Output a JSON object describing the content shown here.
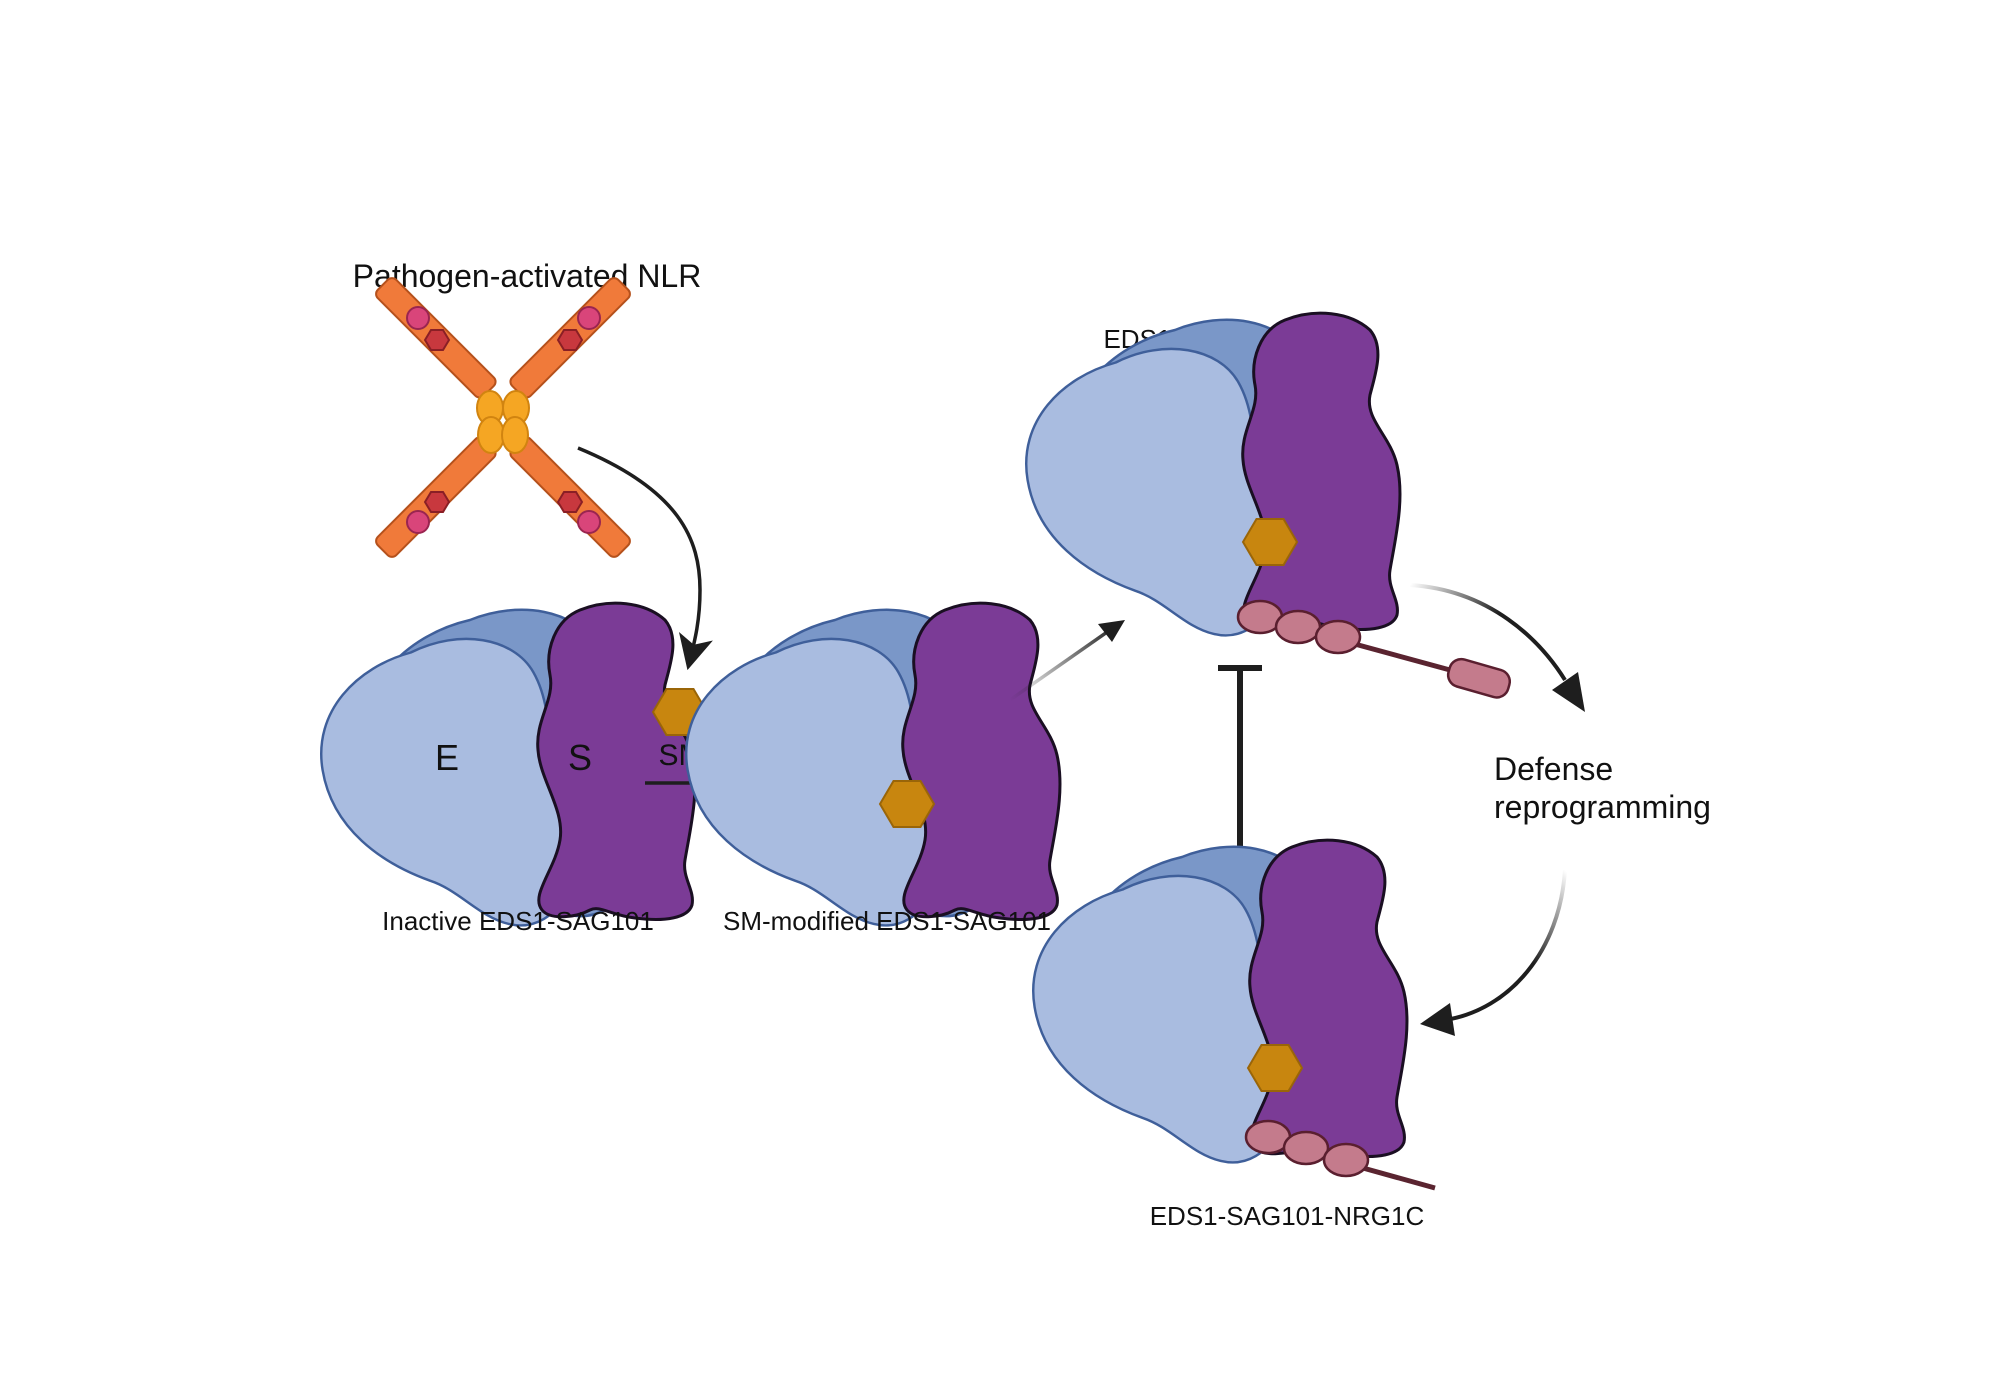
{
  "labels": {
    "pathogen_nlr": "Pathogen-activated NLR",
    "inactive_complex": "Inactive EDS1-SAG101",
    "sm_modified_complex": "SM-modified EDS1-SAG101",
    "nrg1a_complex": "EDS1-SAG101-NRG1A",
    "nrg1c_complex": "EDS1-SAG101-NRG1C",
    "sm": "SM",
    "eds1_letter": "E",
    "sag101_letter": "S",
    "defense_line1": "Defense",
    "defense_line2": "reprogramming"
  },
  "colors": {
    "eds1_fill": "#a9bce0",
    "eds1_back": "#7a97c8",
    "eds1_stroke": "#3f5f9a",
    "sag101_fill": "#7b3b96",
    "sag101_stroke": "#1a0f22",
    "sm_fill": "#c8860f",
    "nrg1_fill": "#c47b8c",
    "nrg1_stroke": "#5a1f2f",
    "nrg1_tail": "#5a2430",
    "nlr_rod": "#f07a3a",
    "nlr_core": "#f5a623",
    "nlr_hex": "#c8383e",
    "nlr_tip": "#d9457a",
    "arrow": "#1e1e1e"
  }
}
